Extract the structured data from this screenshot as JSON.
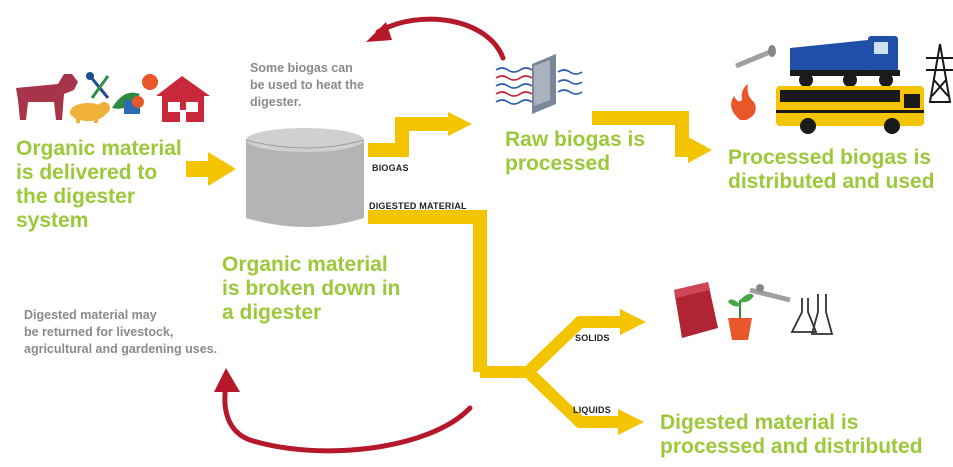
{
  "colors": {
    "arrow": "#f5c400",
    "green_text": "#9cc83a",
    "cycle_arrow": "#b5172b",
    "grey_text": "#8a8a8a",
    "digester": "#b7b7b7"
  },
  "steps": {
    "delivered": [
      "Organic material",
      "is delivered to",
      "the digester",
      "system"
    ],
    "broken_down": [
      "Organic material",
      "is broken down in",
      "a digester"
    ],
    "raw_processed": [
      "Raw biogas is",
      "processed"
    ],
    "distributed_used": [
      "Processed biogas is",
      "distributed and used"
    ],
    "digested_processed": [
      "Digested material is",
      "processed and distributed"
    ]
  },
  "notes": {
    "heat": [
      "Some biogas can",
      "be used to heat the",
      "digester."
    ],
    "returned": [
      "Digested material may",
      "be returned for livestock,",
      "agricultural and gardening uses."
    ]
  },
  "flow_labels": {
    "biogas": "BIOGAS",
    "digested_material": "DIGESTED MATERIAL",
    "solids": "SOLIDS",
    "liquids": "LIQUIDS"
  },
  "icons": [
    "cow-icon",
    "pig-icon",
    "tools-icon",
    "produce-icon",
    "house-icon",
    "digester-tank-icon",
    "gas-filter-icon",
    "pipeline-icon",
    "truck-icon",
    "school-bus-icon",
    "flame-icon",
    "power-tower-icon",
    "fertilizer-bag-icon",
    "plant-pot-icon",
    "lab-flasks-icon"
  ]
}
